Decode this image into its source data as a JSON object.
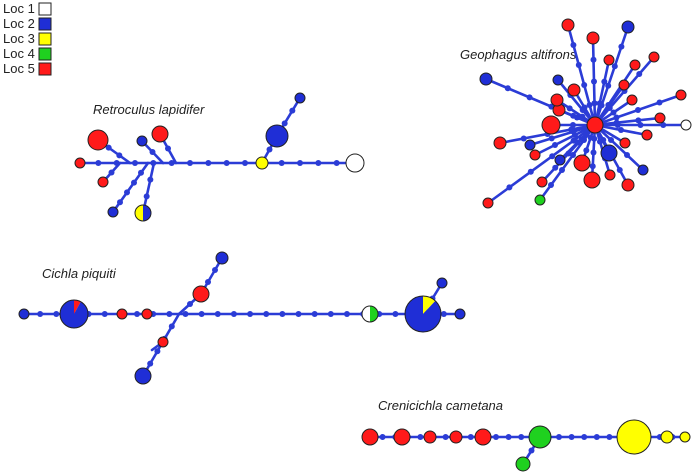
{
  "legend": [
    {
      "label": "Loc 1",
      "color": "#ffffff"
    },
    {
      "label": "Loc 2",
      "color": "#1f2ed6"
    },
    {
      "label": "Loc 3",
      "color": "#ffff00"
    },
    {
      "label": "Loc 4",
      "color": "#1fd11f"
    },
    {
      "label": "Loc 5",
      "color": "#ff1a1a"
    }
  ],
  "networks": [
    {
      "title": "Retroculus lapidifer"
    },
    {
      "title": "Geophagus altifrons"
    },
    {
      "title": "Cichla piquiti"
    },
    {
      "title": "Crenicichla cametana"
    }
  ]
}
